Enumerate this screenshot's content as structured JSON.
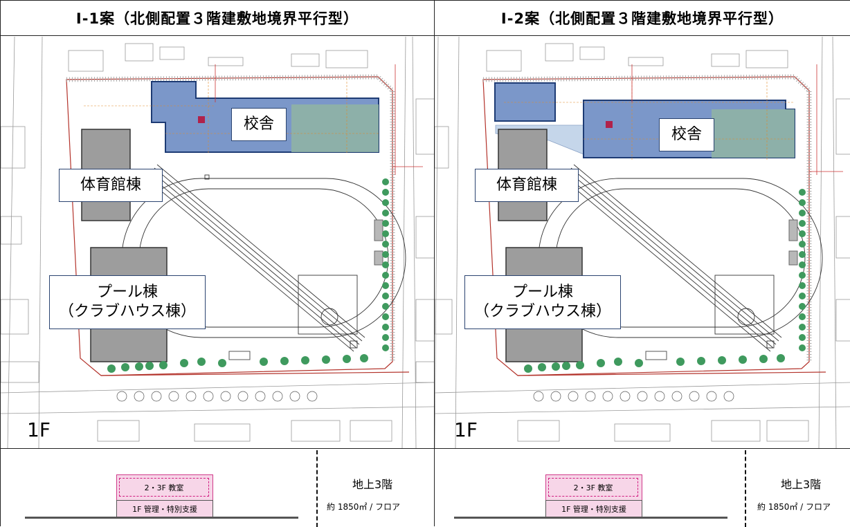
{
  "panels": [
    {
      "title": "Ⅰ-1案（北側配置３階建敷地境界平行型）",
      "callouts": {
        "school": "校舎",
        "gym": "体育館棟",
        "pool_line1": "プール棟",
        "pool_line2": "（クラブハウス棟）"
      },
      "floor_label": "1F",
      "section": {
        "upper": "2・3F 教室",
        "lower": "1F 管理・特別支援"
      },
      "info": {
        "floors": "地上3階",
        "area": "約 1850㎡ / フロア"
      }
    },
    {
      "title": "Ⅰ-2案（北側配置３階建敷地境界平行型）",
      "callouts": {
        "school": "校舎",
        "gym": "体育館棟",
        "pool_line1": "プール棟",
        "pool_line2": "（クラブハウス棟）"
      },
      "floor_label": "1F",
      "section": {
        "upper": "2・3F 教室",
        "lower": "1F 管理・特別支援"
      },
      "info": {
        "floors": "地上3階",
        "area": "約 1850㎡ / フロア"
      }
    }
  ],
  "colors": {
    "school_fill": "#7b97c9",
    "school_green": "#8fb3a5",
    "border_red": "#b3322a",
    "tree": "#3f9a5e",
    "section_pink": "#f7d6e8",
    "section_dash": "#d01a7f"
  }
}
